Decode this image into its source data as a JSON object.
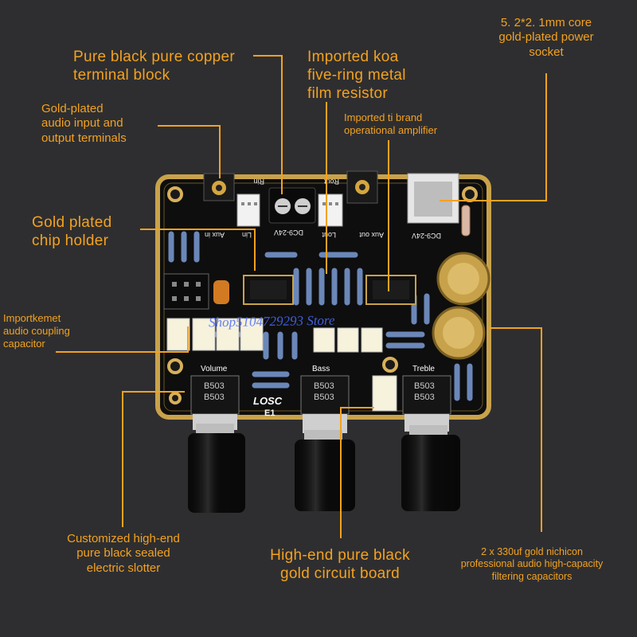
{
  "callouts": {
    "terminal_block": "Pure black pure copper\nterminal block",
    "resistor": "Imported koa\nfive-ring metal\nfilm resistor",
    "power_socket": "5. 2*2. 1mm core\ngold-plated power\nsocket",
    "audio_terminals": "Gold-plated\naudio input and\noutput terminals",
    "op_amp": "Imported ti brand\noperational amplifier",
    "chip_holder": "Gold plated\nchip holder",
    "coupling_capacitor": "Importkemet\naudio coupling\ncapacitor",
    "slotter": "Customized high-end\npure black sealed\nelectric slotter",
    "circuit_board": "High-end pure black\ngold circuit board",
    "filter_capacitors": "2 x 330uf gold nichicon\nprofessional audio high-capacity\nfiltering capacitors"
  },
  "board": {
    "knob_labels": [
      "Volume",
      "Bass",
      "Treble"
    ],
    "pot_marking": "B503",
    "brand": "LOSC",
    "model": "E1",
    "dc_labels": [
      "DC9-24V",
      "DC9-24V"
    ],
    "port_labels": [
      "Aux in",
      "Lin",
      "Rin",
      "Aux out",
      "Lout",
      "Rout"
    ],
    "watermark": "Shop5104729293 Store"
  },
  "colors": {
    "background": "#2e2e30",
    "accent": "#f3a21f",
    "board": "#111111",
    "board_edge": "#c9a24a"
  }
}
